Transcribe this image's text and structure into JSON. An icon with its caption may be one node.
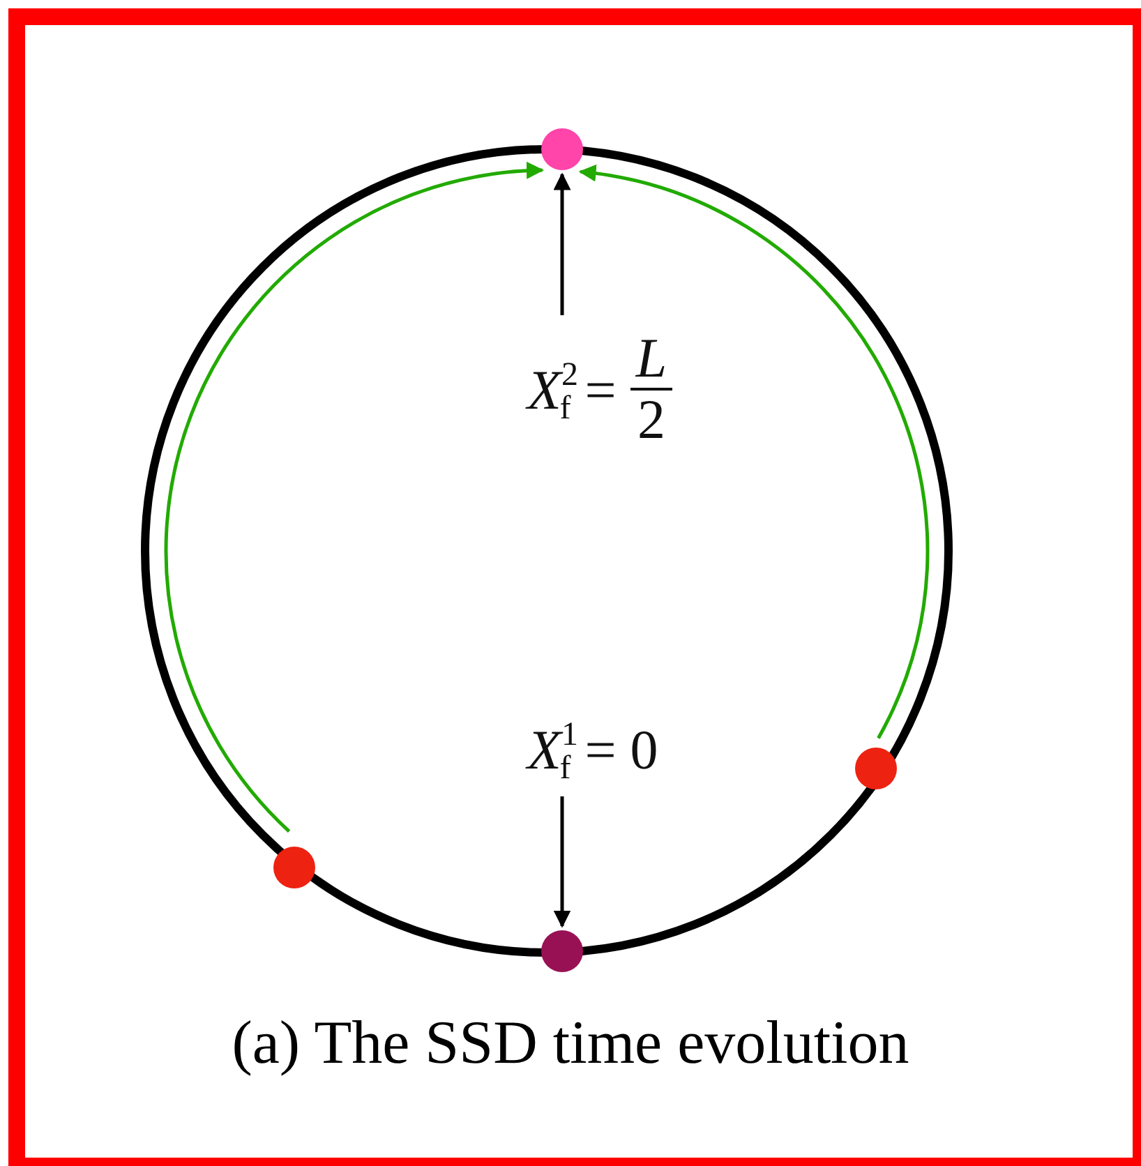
{
  "diagram": {
    "caption": "(a) The SSD time evolution",
    "nodes": [
      {
        "text": [],
        "shape": "circle"
      },
      {
        "text": [
          "*X*$^{2}$$_{f}$ =",
          "*L*",
          "2"
        ]
      },
      {
        "text": [
          "*X*$^{1}$$_{f}$ = 0"
        ]
      },
      {
        "text": [],
        "shape": "circle"
      },
      {
        "text": [],
        "shape": "circle"
      },
      {
        "text": [],
        "shape": "circle"
      }
    ],
    "edges": [
      {
        "from": 1,
        "to": 0,
        "arrow": "to"
      },
      {
        "from": 2,
        "to": 5,
        "arrow": "to"
      },
      {
        "from": 4,
        "to": 0,
        "arrow": "to",
        "color": "#22aa00"
      },
      {
        "from": 3,
        "to": 0,
        "arrow": "to",
        "color": "#22aa00"
      }
    ]
  }
}
